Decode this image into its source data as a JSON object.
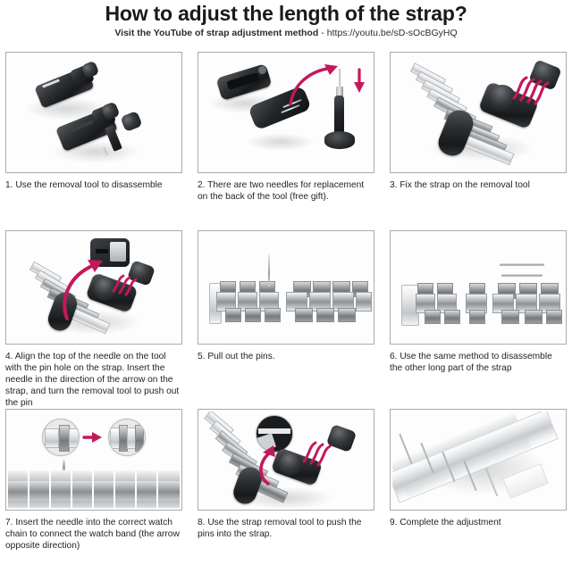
{
  "header": {
    "title": "How to adjust the length of the strap?",
    "subtitle_label": "Visit the YouTube of strap adjustment method",
    "subtitle_dash": "-",
    "subtitle_url": "https://youtu.be/sD-sOcBGyHQ"
  },
  "colors": {
    "arrow_red": "#c4185c",
    "panel_border": "#aaaaaa",
    "text": "#231f20",
    "background": "#ffffff"
  },
  "steps": [
    {
      "number": "1",
      "caption": "1. Use the removal tool to disassemble",
      "scene": "two-black-removal-tools-and-pin-pusher"
    },
    {
      "number": "2",
      "caption": "2. There are two needles for replacement on the back of the tool (free gift).",
      "scene": "tool-back-with-two-spare-needles-and-needle-holder"
    },
    {
      "number": "3",
      "caption": "3. Fix the strap on the removal tool",
      "scene": "metal-strap-clamped-in-tool-with-turning-arrow"
    },
    {
      "number": "4",
      "caption": "4. Align the top of the needle on the tool with the pin hole on the strap. Insert the needle in the direction of the arrow on the strap, and turn the removal tool to push out the pin",
      "scene": "strap-in-tool-with-curved-arrow-to-detail-inset"
    },
    {
      "number": "5",
      "caption": "5. Pull out the pins.",
      "scene": "separated-strap-sections-with-pin-pulled-out"
    },
    {
      "number": "6",
      "caption": "6. Use the same method to disassemble the other long part of the strap",
      "scene": "disassembled-strap-with-two-removed-pins"
    },
    {
      "number": "7",
      "caption": "7. Insert the needle into the correct watch chain to connect the watch band (the arrow opposite direction)",
      "scene": "two-detail-circles-with-red-arrow-above-strap"
    },
    {
      "number": "8",
      "caption": "8. Use the strap removal tool to push the pins into the strap.",
      "scene": "strap-in-tool-with-detail-inset-and-turning-arrow"
    },
    {
      "number": "9",
      "caption": "9. Complete the adjustment",
      "scene": "completed-assembled-silver-strap"
    }
  ]
}
